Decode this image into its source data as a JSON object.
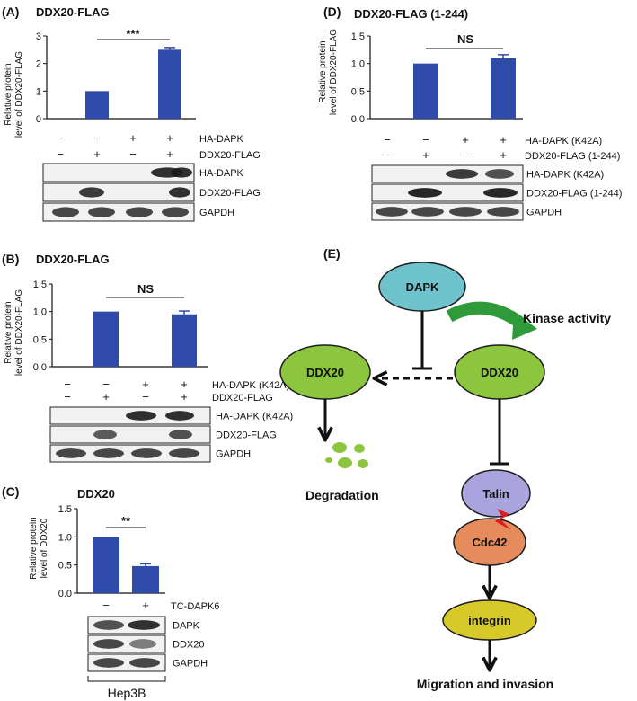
{
  "panels": [
    {
      "id": "A",
      "label": "(A)",
      "title": "DDX20-FLAG",
      "ylabel": [
        "Relative protein",
        "level of DDX20-FLAG"
      ],
      "sig": "***",
      "conditions": [
        {
          "name": "HA-DAPK",
          "signs": [
            "−",
            "−",
            "+",
            "+"
          ]
        },
        {
          "name": "DDX20-FLAG",
          "signs": [
            "−",
            "+",
            "−",
            "+"
          ]
        }
      ],
      "blots": [
        "HA-DAPK",
        "DDX20-FLAG",
        "GAPDH"
      ],
      "chart_data": {
        "type": "bar",
        "categories": [
          "1",
          "2",
          "3",
          "4"
        ],
        "values": [
          0,
          1.0,
          0,
          2.5
        ],
        "errors": [
          0,
          0,
          0,
          0.08
        ],
        "yticks": [
          "0",
          "1",
          "2",
          "3"
        ],
        "ylim": [
          0,
          3
        ]
      }
    },
    {
      "id": "B",
      "label": "(B)",
      "title": "DDX20-FLAG",
      "ylabel": [
        "Relative protein",
        "level of DDX20-FLAG"
      ],
      "sig": "NS",
      "conditions": [
        {
          "name": "HA-DAPK (K42A)",
          "signs": [
            "−",
            "−",
            "+",
            "+"
          ]
        },
        {
          "name": "DDX20-FLAG",
          "signs": [
            "−",
            "+",
            "−",
            "+"
          ]
        }
      ],
      "blots": [
        "HA-DAPK (K42A)",
        "DDX20-FLAG",
        "GAPDH"
      ],
      "chart_data": {
        "type": "bar",
        "categories": [
          "1",
          "2",
          "3",
          "4"
        ],
        "values": [
          0,
          1.0,
          0,
          0.95
        ],
        "errors": [
          0,
          0,
          0,
          0.06
        ],
        "yticks": [
          "0.0",
          "0.5",
          "1.0",
          "1.5"
        ],
        "ylim": [
          0,
          1.5
        ]
      }
    },
    {
      "id": "C",
      "label": "(C)",
      "title": "DDX20",
      "ylabel": [
        "Relative protein",
        "level of DDX20"
      ],
      "sig": "**",
      "conditions": [
        {
          "name": "TC-DAPK6",
          "signs": [
            "−",
            "+"
          ]
        }
      ],
      "blots": [
        "DAPK",
        "DDX20",
        "GAPDH"
      ],
      "cell_line": "Hep3B",
      "chart_data": {
        "type": "bar",
        "categories": [
          "1",
          "2"
        ],
        "values": [
          1.0,
          0.48
        ],
        "errors": [
          0,
          0.04
        ],
        "yticks": [
          "0.0",
          "0.5",
          "1.0",
          "1.5"
        ],
        "ylim": [
          0,
          1.5
        ]
      }
    },
    {
      "id": "D",
      "label": "(D)",
      "title": "DDX20-FLAG (1-244)",
      "ylabel": [
        "Relative protein",
        "level of DDX20-FLAG"
      ],
      "sig": "NS",
      "conditions": [
        {
          "name": "HA-DAPK (K42A)",
          "signs": [
            "−",
            "−",
            "+",
            "+"
          ]
        },
        {
          "name": "DDX20-FLAG (1-244)",
          "signs": [
            "−",
            "+",
            "−",
            "+"
          ]
        }
      ],
      "blots": [
        "HA-DAPK (K42A)",
        "DDX20-FLAG (1-244)",
        "GAPDH"
      ],
      "chart_data": {
        "type": "bar",
        "categories": [
          "1",
          "2",
          "3",
          "4"
        ],
        "values": [
          0,
          1.0,
          0,
          1.1
        ],
        "errors": [
          0,
          0,
          0,
          0.06
        ],
        "yticks": [
          "0.0",
          "0.5",
          "1.0",
          "1.5"
        ],
        "ylim": [
          0,
          1.5
        ]
      }
    }
  ],
  "diagram": {
    "label": "(E)",
    "nodes": {
      "dapk": "DAPK",
      "ddx20_left": "DDX20",
      "ddx20_right": "DDX20",
      "talin": "Talin",
      "cdc42": "Cdc42",
      "integrin": "integrin"
    },
    "kinase_activity": "Kinase activity",
    "degradation": "Degradation",
    "migration": "Migration and invasion",
    "colors": {
      "dapk": "#6fc3cc",
      "ddx20": "#8cc63e",
      "talin": "#a9a4de",
      "cdc42": "#e58b5c",
      "integrin": "#d7c92a",
      "kinase_arrow": "#2e9a3a",
      "bolt": "#e11b1b"
    }
  }
}
